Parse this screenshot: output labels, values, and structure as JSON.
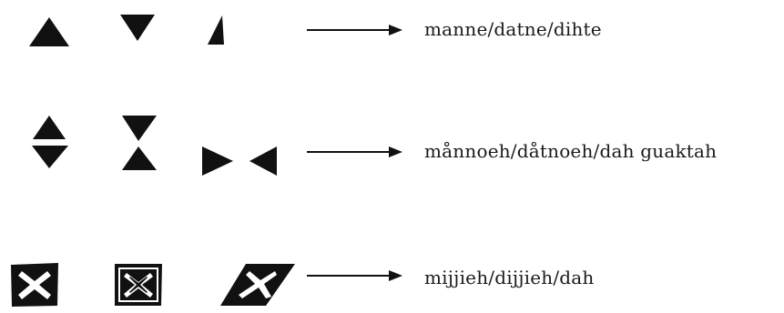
{
  "legend": {
    "rows": [
      {
        "symbols": [
          "up-triangle",
          "down-triangle",
          "half-triangle"
        ],
        "label": "manne/datne/dihte"
      },
      {
        "symbols": [
          "triangle-pair-up-over-down",
          "triangle-pair-down-over-up",
          "triangle-pair-facing"
        ],
        "label": "månnoeh/dåtnoeh/dah guaktah"
      },
      {
        "symbols": [
          "x-square-solid",
          "x-square-outlined",
          "x-parallelogram"
        ],
        "label": "mijjieh/dijjieh/dah"
      }
    ]
  },
  "colors": {
    "ink": "#111111",
    "background": "#ffffff"
  }
}
